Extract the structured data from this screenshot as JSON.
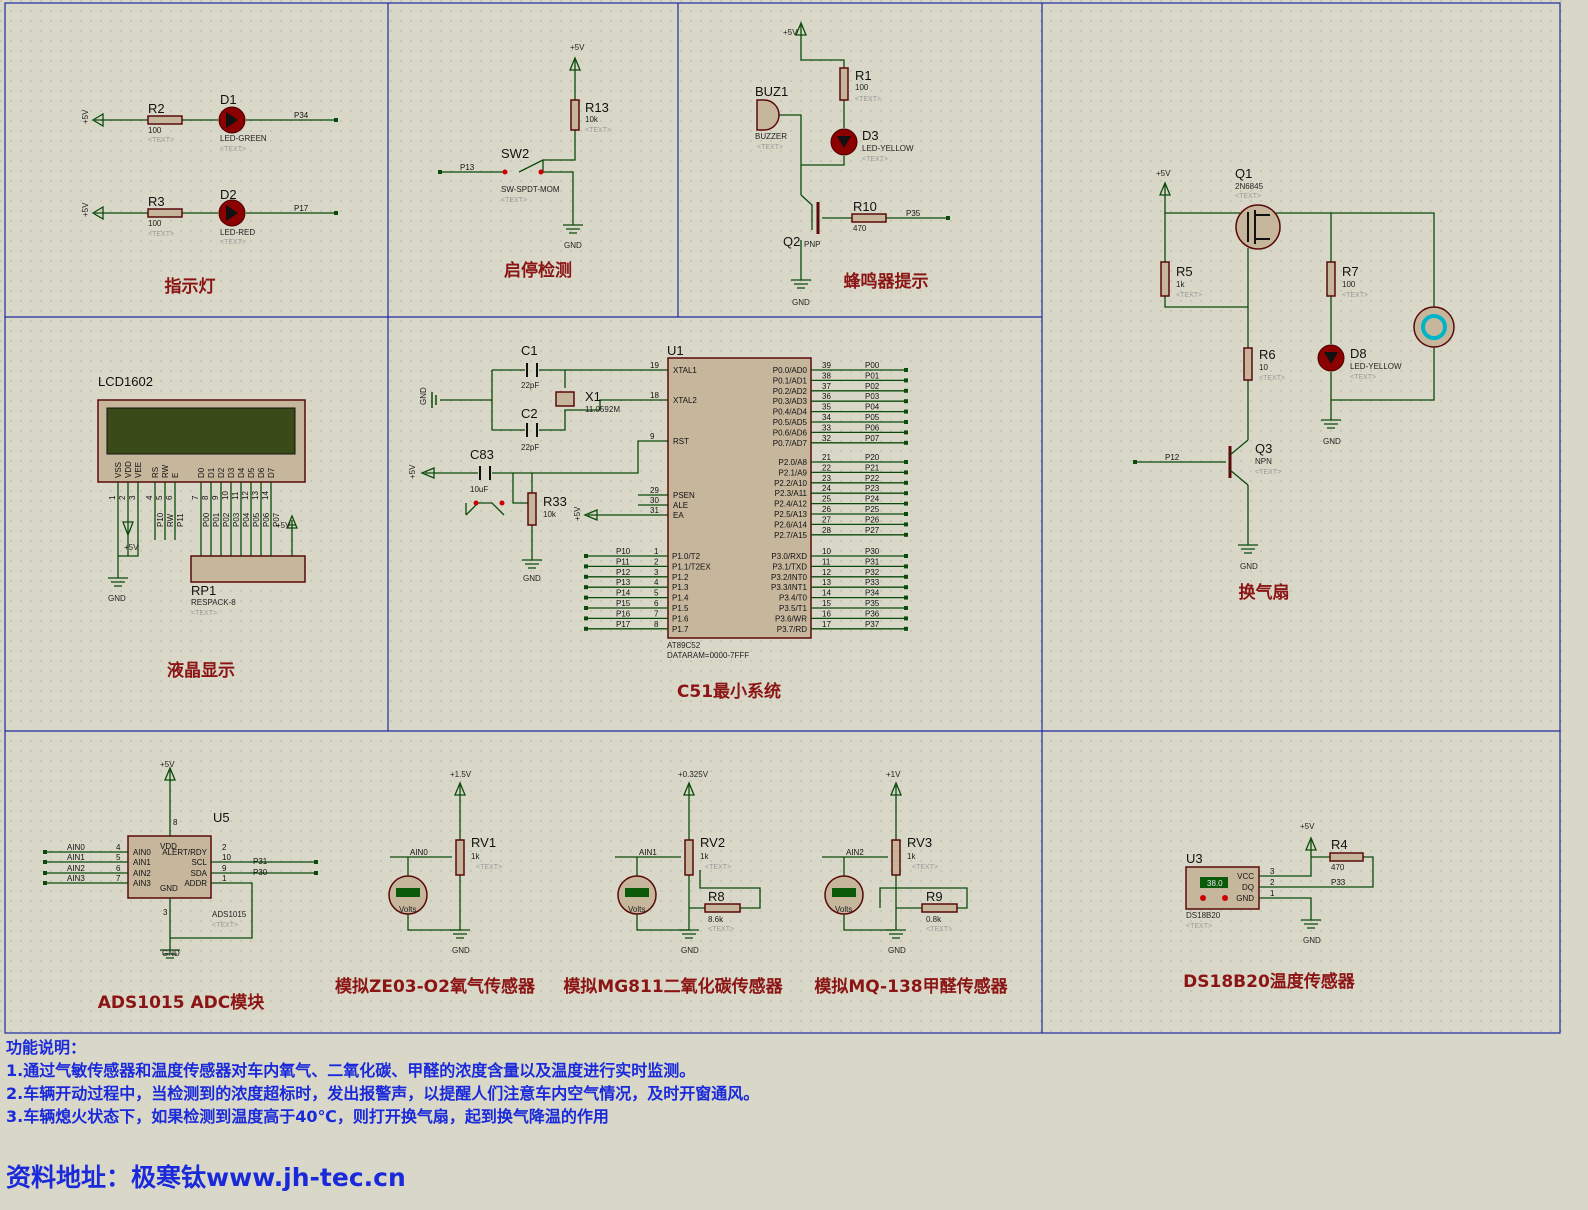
{
  "sections": {
    "indicator": "指示灯",
    "start_stop": "启停检测",
    "buzzer": "蜂鸣器提示",
    "fan": "换气扇",
    "lcd": "液晶显示",
    "mcu": "C51最小系统",
    "adc": "ADS1015 ADC模块",
    "o2": "模拟ZE03-O2氧气传感器",
    "co2": "模拟MG811二氧化碳传感器",
    "hcho": "模拟MQ-138甲醛传感器",
    "temp": "DS18B20温度传感器"
  },
  "components": {
    "R2": {
      "ref": "R2",
      "value": "100"
    },
    "R3": {
      "ref": "R3",
      "value": "100"
    },
    "D1": {
      "ref": "D1",
      "value": "LED-GREEN"
    },
    "D2": {
      "ref": "D2",
      "value": "LED-RED"
    },
    "R13": {
      "ref": "R13",
      "value": "10k"
    },
    "SW2": {
      "ref": "SW2",
      "value": "SW-SPDT-MOM"
    },
    "BUZ1": {
      "ref": "BUZ1",
      "value": "BUZZER"
    },
    "R1": {
      "ref": "R1",
      "value": "100"
    },
    "D3": {
      "ref": "D3",
      "value": "LED-YELLOW"
    },
    "R10": {
      "ref": "R10",
      "value": "470"
    },
    "Q2": {
      "ref": "Q2",
      "value": "PNP"
    },
    "Q1": {
      "ref": "Q1",
      "value": "2N6845"
    },
    "R5": {
      "ref": "R5",
      "value": "1k"
    },
    "R7": {
      "ref": "R7",
      "value": "100"
    },
    "R6": {
      "ref": "R6",
      "value": "10"
    },
    "D8": {
      "ref": "D8",
      "value": "LED-YELLOW"
    },
    "Q3": {
      "ref": "Q3",
      "value": "NPN"
    },
    "LCD": {
      "ref": "LCD1602"
    },
    "RP1": {
      "ref": "RP1",
      "value": "RESPACK-8"
    },
    "C1": {
      "ref": "C1",
      "value": "22pF"
    },
    "C2": {
      "ref": "C2",
      "value": "22pF"
    },
    "X1": {
      "ref": "X1",
      "value": "11.0592M"
    },
    "C83": {
      "ref": "C83",
      "value": "10uF"
    },
    "R33": {
      "ref": "R33",
      "value": "10k"
    },
    "U1": {
      "ref": "U1",
      "value": "AT89C52",
      "value2": "DATARAM=0000-7FFF"
    },
    "U5": {
      "ref": "U5",
      "value": "ADS1015"
    },
    "RV1": {
      "ref": "RV1",
      "value": "1k"
    },
    "RV2": {
      "ref": "RV2",
      "value": "1k"
    },
    "RV3": {
      "ref": "RV3",
      "value": "1k"
    },
    "R8": {
      "ref": "R8",
      "value": "8.6k"
    },
    "R9": {
      "ref": "R9",
      "value": "0.8k"
    },
    "U3": {
      "ref": "U3",
      "value": "DS18B20",
      "display": "38.0"
    },
    "R4": {
      "ref": "R4",
      "value": "470"
    }
  },
  "labels": {
    "text": "<TEXT>",
    "gnd": "GND",
    "p5v": "+5V",
    "v15": "+1.5V",
    "v0325": "+0.325V",
    "v1": "+1V",
    "volts": "Volts"
  },
  "nets": {
    "P34": "P34",
    "P17": "P17",
    "P13": "P13",
    "P35": "P35",
    "P12": "P12",
    "P31": "P31",
    "P30": "P30",
    "P33": "P33",
    "AIN0": "AIN0",
    "AIN1": "AIN1",
    "AIN2": "AIN2",
    "AIN3": "AIN3"
  },
  "mcu_left_pins": [
    {
      "num": "19",
      "name": "XTAL1"
    },
    {
      "num": "18",
      "name": "XTAL2"
    },
    {
      "num": "9",
      "name": "RST"
    },
    {
      "num": "29",
      "name": "PSEN"
    },
    {
      "num": "30",
      "name": "ALE"
    },
    {
      "num": "31",
      "name": "EA"
    }
  ],
  "mcu_p1": [
    {
      "num": "1",
      "name": "P1.0/T2",
      "net": "P10"
    },
    {
      "num": "2",
      "name": "P1.1/T2EX",
      "net": "P11"
    },
    {
      "num": "3",
      "name": "P1.2",
      "net": "P12"
    },
    {
      "num": "4",
      "name": "P1.3",
      "net": "P13"
    },
    {
      "num": "5",
      "name": "P1.4",
      "net": "P14"
    },
    {
      "num": "6",
      "name": "P1.5",
      "net": "P15"
    },
    {
      "num": "7",
      "name": "P1.6",
      "net": "P16"
    },
    {
      "num": "8",
      "name": "P1.7",
      "net": "P17"
    }
  ],
  "mcu_p0": [
    {
      "num": "39",
      "name": "P0.0/AD0",
      "net": "P00"
    },
    {
      "num": "38",
      "name": "P0.1/AD1",
      "net": "P01"
    },
    {
      "num": "37",
      "name": "P0.2/AD2",
      "net": "P02"
    },
    {
      "num": "36",
      "name": "P0.3/AD3",
      "net": "P03"
    },
    {
      "num": "35",
      "name": "P0.4/AD4",
      "net": "P04"
    },
    {
      "num": "34",
      "name": "P0.5/AD5",
      "net": "P05"
    },
    {
      "num": "33",
      "name": "P0.6/AD6",
      "net": "P06"
    },
    {
      "num": "32",
      "name": "P0.7/AD7",
      "net": "P07"
    }
  ],
  "mcu_p2": [
    {
      "num": "21",
      "name": "P2.0/A8",
      "net": "P20"
    },
    {
      "num": "22",
      "name": "P2.1/A9",
      "net": "P21"
    },
    {
      "num": "23",
      "name": "P2.2/A10",
      "net": "P22"
    },
    {
      "num": "24",
      "name": "P2.3/A11",
      "net": "P23"
    },
    {
      "num": "25",
      "name": "P2.4/A12",
      "net": "P24"
    },
    {
      "num": "26",
      "name": "P2.5/A13",
      "net": "P25"
    },
    {
      "num": "27",
      "name": "P2.6/A14",
      "net": "P26"
    },
    {
      "num": "28",
      "name": "P2.7/A15",
      "net": "P27"
    }
  ],
  "mcu_p3": [
    {
      "num": "10",
      "name": "P3.0/RXD",
      "net": "P30"
    },
    {
      "num": "11",
      "name": "P3.1/TXD",
      "net": "P31"
    },
    {
      "num": "12",
      "name": "P3.2/INT0",
      "net": "P32"
    },
    {
      "num": "13",
      "name": "P3.3/INT1",
      "net": "P33"
    },
    {
      "num": "14",
      "name": "P3.4/T0",
      "net": "P34"
    },
    {
      "num": "15",
      "name": "P3.5/T1",
      "net": "P35"
    },
    {
      "num": "16",
      "name": "P3.6/WR",
      "net": "P36"
    },
    {
      "num": "17",
      "name": "P3.7/RD",
      "net": "P37"
    }
  ],
  "lcd_pins": [
    {
      "name": "VSS",
      "num": "1",
      "net": ""
    },
    {
      "name": "VDD",
      "num": "2",
      "net": ""
    },
    {
      "name": "VEE",
      "num": "3",
      "net": ""
    },
    {
      "name": "RS",
      "num": "4",
      "net": "P10"
    },
    {
      "name": "RW",
      "num": "5",
      "net": "RW"
    },
    {
      "name": "E",
      "num": "6",
      "net": "P11"
    },
    {
      "name": "D0",
      "num": "7",
      "net": "P00"
    },
    {
      "name": "D1",
      "num": "8",
      "net": "P01"
    },
    {
      "name": "D2",
      "num": "9",
      "net": "P02"
    },
    {
      "name": "D3",
      "num": "10",
      "net": "P03"
    },
    {
      "name": "D4",
      "num": "11",
      "net": "P04"
    },
    {
      "name": "D5",
      "num": "12",
      "net": "P05"
    },
    {
      "name": "D6",
      "num": "13",
      "net": "P06"
    },
    {
      "name": "D7",
      "num": "14",
      "net": "P07"
    }
  ],
  "adc_pins": [
    {
      "num": "4",
      "name": "AIN0",
      "net": "AIN0"
    },
    {
      "num": "5",
      "name": "AIN1",
      "net": "AIN1"
    },
    {
      "num": "6",
      "name": "AIN2",
      "net": "AIN2"
    },
    {
      "num": "7",
      "name": "AIN3",
      "net": "AIN3"
    }
  ],
  "adc_right": [
    {
      "num": "2",
      "name": "ALERT/RDY"
    },
    {
      "num": "10",
      "name": "SCL"
    },
    {
      "num": "9",
      "name": "SDA"
    },
    {
      "num": "1",
      "name": "ADDR"
    }
  ],
  "adc_misc": {
    "vdd": "VDD",
    "gnd": "GND",
    "pin8": "8",
    "pin3": "3"
  },
  "ds_pins": [
    {
      "num": "3",
      "name": "VCC"
    },
    {
      "num": "2",
      "name": "DQ"
    },
    {
      "num": "1",
      "name": "GND"
    }
  ],
  "notes": {
    "heading": "功能说明：",
    "line1": "1.通过气敏传感器和温度传感器对车内氧气、二氧化碳、甲醛的浓度含量以及温度进行实时监测。",
    "line2": "2.车辆开动过程中，当检测到的浓度超标时，发出报警声，以提醒人们注意车内空气情况，及时开窗通风。",
    "line3": "3.车辆熄火状态下，如果检测到温度高于40℃，则打开换气扇，起到换气降温的作用"
  },
  "footer": "资料地址：极寒钛www.jh-tec.cn"
}
